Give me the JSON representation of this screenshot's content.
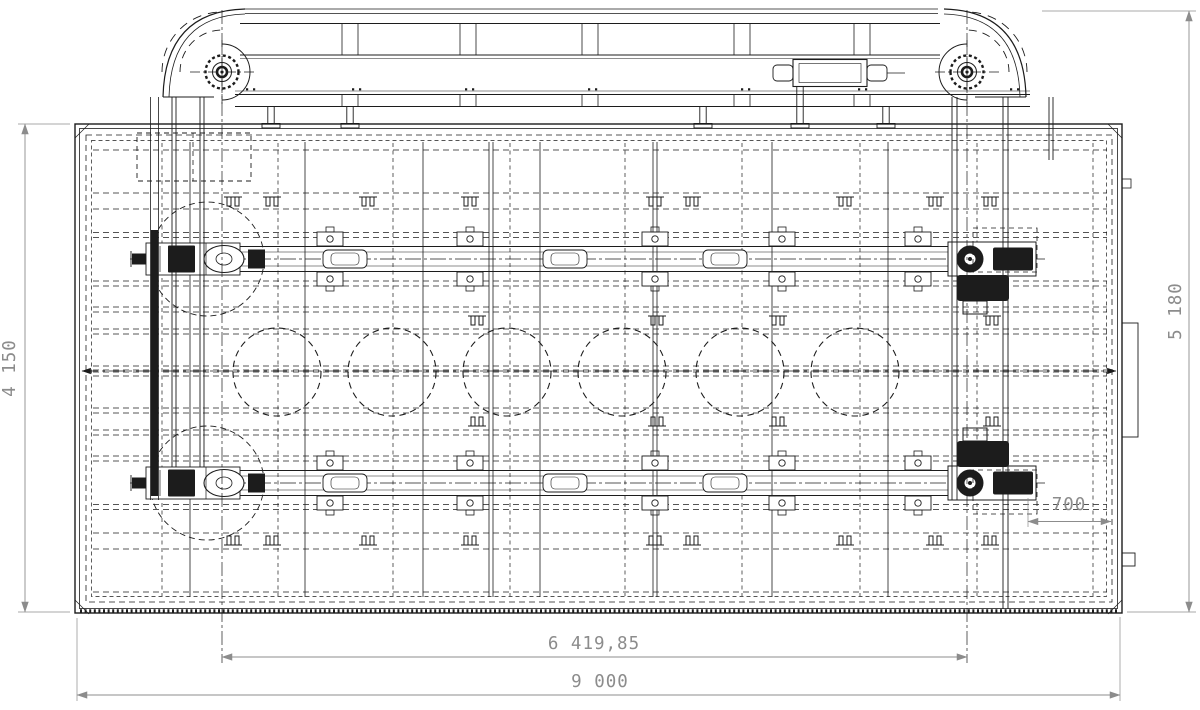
{
  "drawing": {
    "dimensions": {
      "left_height": "4 150",
      "right_height": "5 180",
      "drive_offset": "700",
      "conveyor_span": "6 419,85",
      "overall_width": "9 000"
    },
    "colors": {
      "line": "#1c1c1c",
      "dim": "#8c8c8c",
      "background": "#ffffff"
    }
  }
}
